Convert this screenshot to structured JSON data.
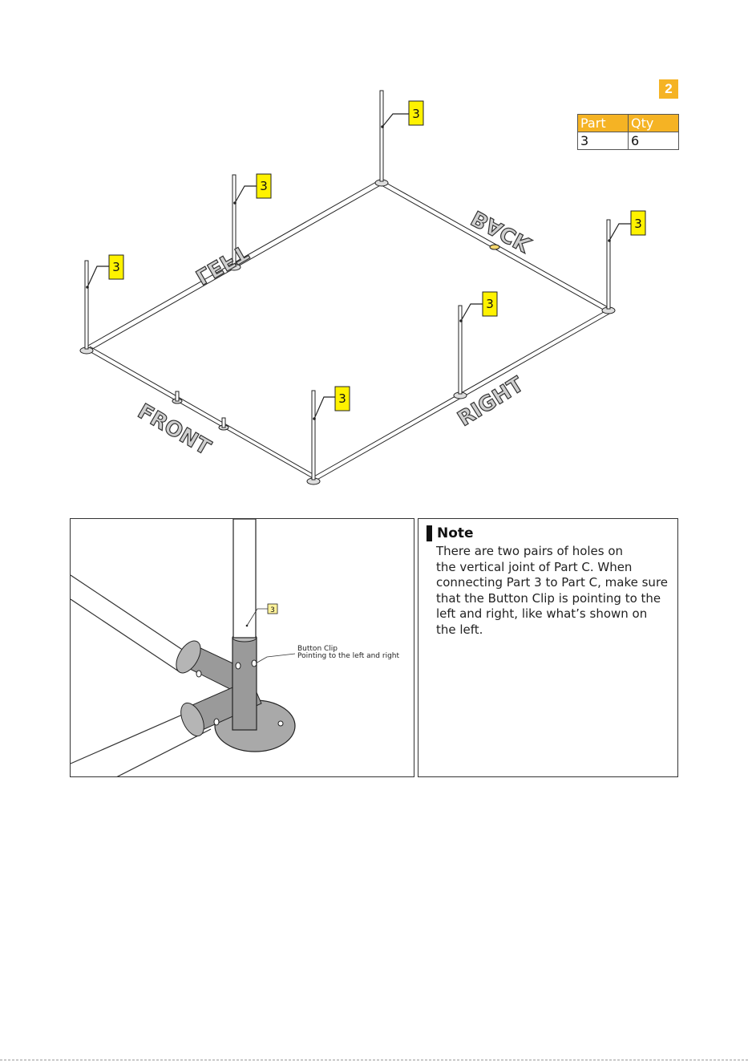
{
  "step": {
    "number": "2",
    "accent": "#f5b324"
  },
  "parts_table": {
    "headers": [
      "Part",
      "Qty"
    ],
    "rows": [
      [
        "3",
        "6"
      ]
    ]
  },
  "overview": {
    "callout_label": "3",
    "callout_color": "#fff200",
    "side_labels": {
      "left": "LEFT",
      "back": "BACK",
      "front": "FRONT",
      "right": "RIGHT"
    }
  },
  "detail": {
    "callout_label": "3",
    "clip_label_line1": "Button Clip",
    "clip_label_line2": "Pointing to the left and right"
  },
  "note": {
    "title": "Note",
    "body": "There are two pairs of holes on\nthe vertical joint of Part C. When\nconnecting Part 3 to Part C, make sure\nthat the Button Clip is pointing to the\nleft and right, like what’s shown on\nthe left."
  }
}
